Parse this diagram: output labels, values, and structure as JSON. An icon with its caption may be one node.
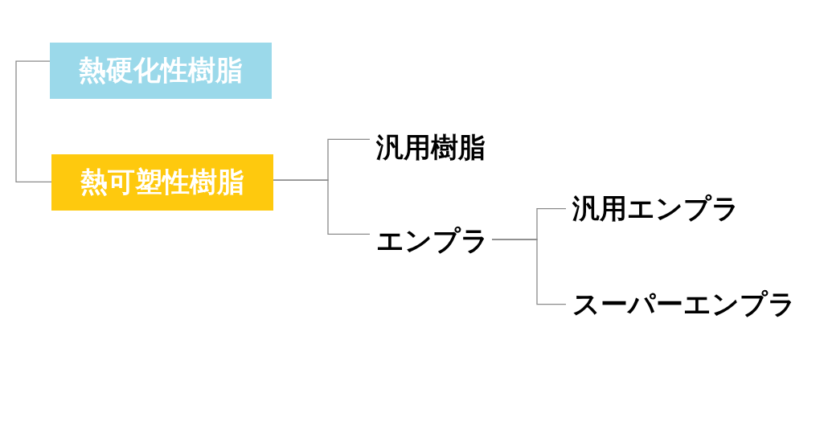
{
  "diagram": {
    "nodes": [
      {
        "text": [
          "熱硬化性樹脂"
        ]
      },
      {
        "text": [
          "熱可塑性樹脂"
        ]
      },
      {
        "text": [
          "汎用樹脂"
        ]
      },
      {
        "text": [
          "エンプラ"
        ]
      },
      {
        "text": [
          "汎用エンプラ"
        ]
      },
      {
        "text": [
          "スーパーエンプラ"
        ]
      }
    ],
    "edges": [
      {
        "from": 0,
        "to": 1,
        "arrow": "none"
      },
      {
        "from": 1,
        "to": 2,
        "arrow": "none"
      },
      {
        "from": 1,
        "to": 3,
        "arrow": "none"
      },
      {
        "from": 3,
        "to": 4,
        "arrow": "none"
      },
      {
        "from": 3,
        "to": 5,
        "arrow": "none"
      }
    ]
  }
}
